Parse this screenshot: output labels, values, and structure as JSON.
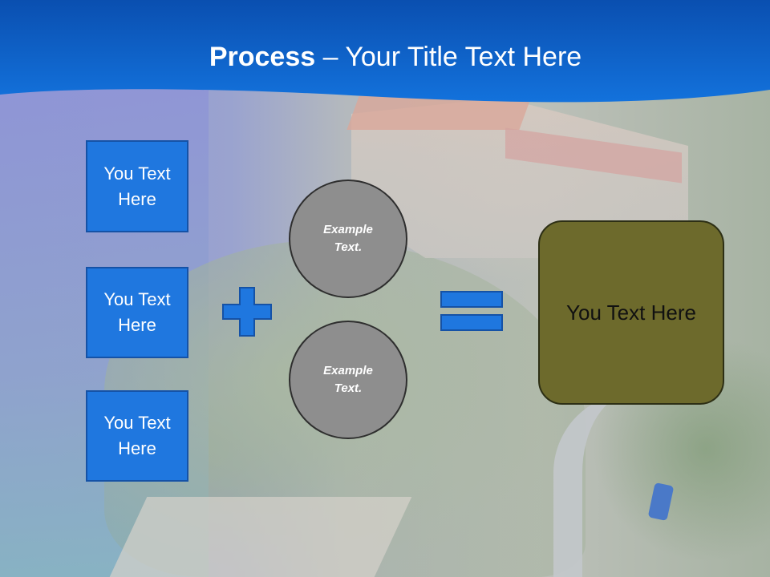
{
  "header": {
    "title_bold": "Process",
    "title_rest": " – Your Title Text Here",
    "band_color": "#0b5cc4"
  },
  "left_boxes": [
    {
      "label": "You Text Here"
    },
    {
      "label": "You Text Here"
    },
    {
      "label": "You Text Here"
    }
  ],
  "operators": {
    "plus_icon": "plus-icon",
    "equals_icon": "equals-icon",
    "color": "#1f77df"
  },
  "circles": [
    {
      "label": "Example Text."
    },
    {
      "label": "Example Text."
    }
  ],
  "result_box": {
    "label": "You Text Here",
    "color": "#6d6a2c"
  }
}
